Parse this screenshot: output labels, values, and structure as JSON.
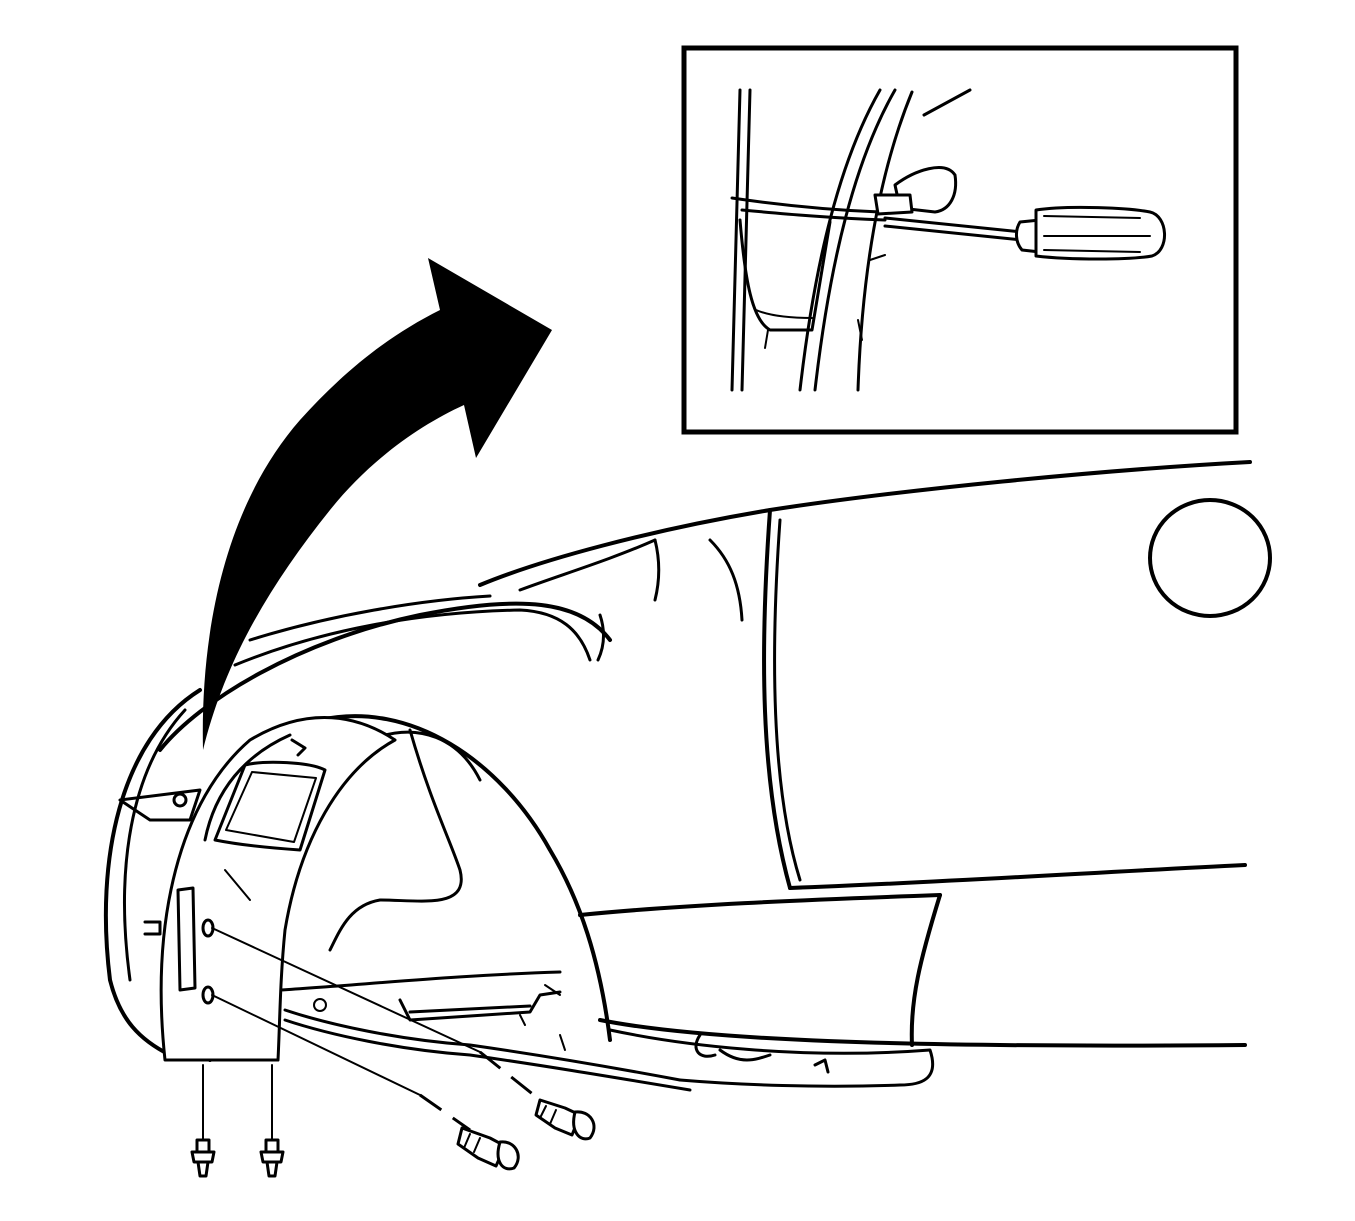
{
  "figure": {
    "type": "service-illustration",
    "subject": "rear-wheelhouse-liner-removal",
    "inset": "pry-tool-releasing-liner-retainer",
    "fasteners": [
      "rivet-icon",
      "rivet-icon",
      "screw-icon",
      "screw-icon"
    ],
    "colors": {
      "ink": "#000000",
      "paper": "#ffffff"
    }
  }
}
